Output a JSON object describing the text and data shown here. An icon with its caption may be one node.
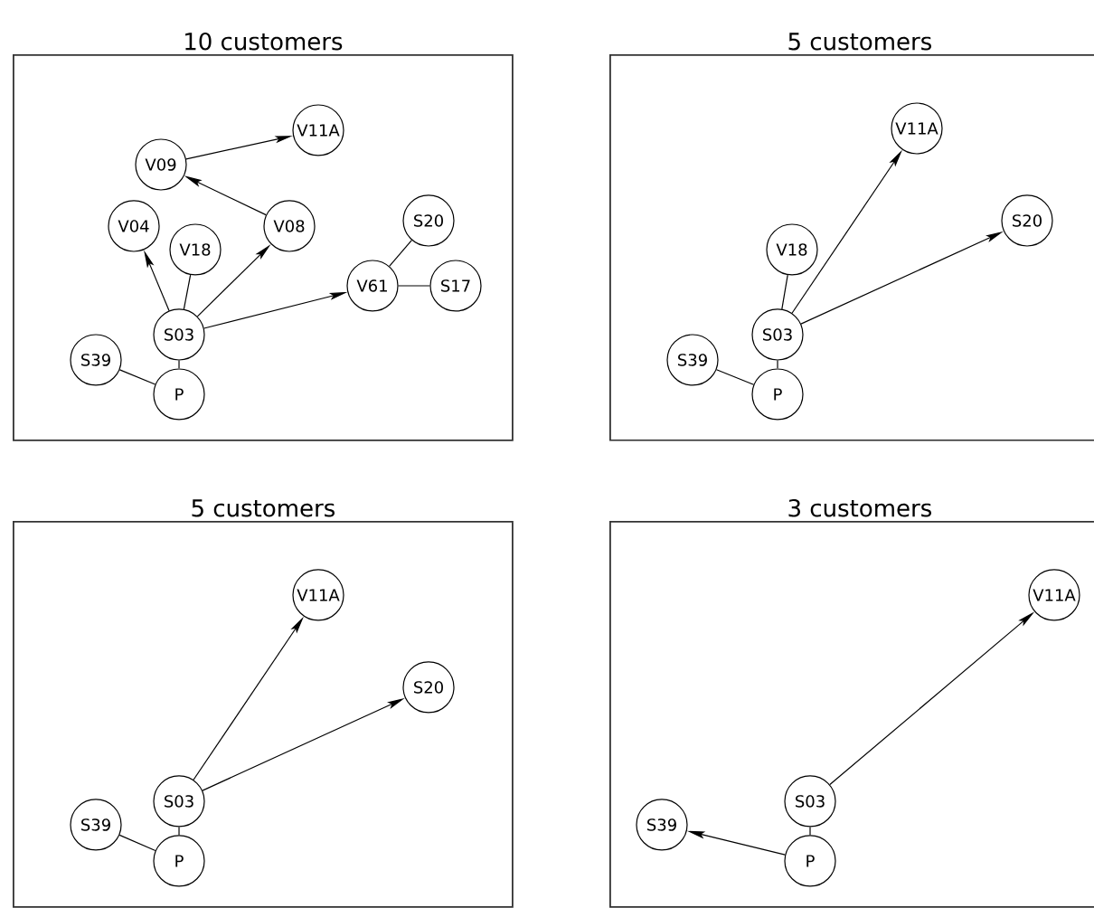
{
  "diagram": {
    "nodes": [
      {
        "text": [
          "10 customers"
        ]
      },
      {
        "text": [
          "V11A"
        ],
        "in": 0
      },
      {
        "text": [
          "V09"
        ],
        "in": 0
      },
      {
        "text": [
          "V04"
        ],
        "in": 0
      },
      {
        "text": [
          "V18"
        ],
        "in": 0
      },
      {
        "text": [
          "V08"
        ],
        "in": 0
      },
      {
        "text": [
          "S20"
        ],
        "in": 0
      },
      {
        "text": [
          "V61"
        ],
        "in": 0
      },
      {
        "text": [
          "S17"
        ],
        "in": 0
      },
      {
        "text": [
          "S03"
        ],
        "in": 0
      },
      {
        "text": [
          "S39"
        ],
        "in": 0
      },
      {
        "text": [
          "P"
        ],
        "in": 0
      },
      {
        "text": [
          "5 customers"
        ]
      },
      {
        "text": [
          "V11A"
        ],
        "in": 12
      },
      {
        "text": [
          "V18"
        ],
        "in": 12
      },
      {
        "text": [
          "S20"
        ],
        "in": 12
      },
      {
        "text": [
          "S03"
        ],
        "in": 12
      },
      {
        "text": [
          "S39"
        ],
        "in": 12
      },
      {
        "text": [
          "P"
        ],
        "in": 12
      },
      {
        "text": [
          "5 customers"
        ]
      },
      {
        "text": [
          "V11A"
        ],
        "in": 19
      },
      {
        "text": [
          "S20"
        ],
        "in": 19
      },
      {
        "text": [
          "S03"
        ],
        "in": 19
      },
      {
        "text": [
          "S39"
        ],
        "in": 19
      },
      {
        "text": [
          "P"
        ],
        "in": 19
      },
      {
        "text": [
          "3 customers"
        ]
      },
      {
        "text": [
          "V11A"
        ],
        "in": 25
      },
      {
        "text": [
          "S03"
        ],
        "in": 25
      },
      {
        "text": [
          "S39"
        ],
        "in": 25
      },
      {
        "text": [
          "P"
        ],
        "in": 25
      }
    ],
    "edges": [
      {
        "from": 9,
        "to": 3,
        "arrow": "to"
      },
      {
        "from": 9,
        "to": 4,
        "arrow": "none"
      },
      {
        "from": 9,
        "to": 5,
        "arrow": "to"
      },
      {
        "from": 5,
        "to": 2,
        "arrow": "to"
      },
      {
        "from": 2,
        "to": 1,
        "arrow": "to"
      },
      {
        "from": 9,
        "to": 7,
        "arrow": "to"
      },
      {
        "from": 7,
        "to": 6,
        "arrow": "none"
      },
      {
        "from": 7,
        "to": 8,
        "arrow": "none"
      },
      {
        "from": 9,
        "to": 11,
        "arrow": "none"
      },
      {
        "from": 11,
        "to": 10,
        "arrow": "none"
      },
      {
        "from": 16,
        "to": 13,
        "arrow": "to"
      },
      {
        "from": 16,
        "to": 15,
        "arrow": "to"
      },
      {
        "from": 16,
        "to": 14,
        "arrow": "none"
      },
      {
        "from": 16,
        "to": 18,
        "arrow": "none"
      },
      {
        "from": 18,
        "to": 17,
        "arrow": "none"
      },
      {
        "from": 22,
        "to": 20,
        "arrow": "to"
      },
      {
        "from": 22,
        "to": 21,
        "arrow": "to"
      },
      {
        "from": 22,
        "to": 24,
        "arrow": "none"
      },
      {
        "from": 24,
        "to": 23,
        "arrow": "none"
      },
      {
        "from": 27,
        "to": 26,
        "arrow": "to"
      },
      {
        "from": 29,
        "to": 28,
        "arrow": "to"
      },
      {
        "from": 27,
        "to": 29,
        "arrow": "none"
      }
    ]
  }
}
